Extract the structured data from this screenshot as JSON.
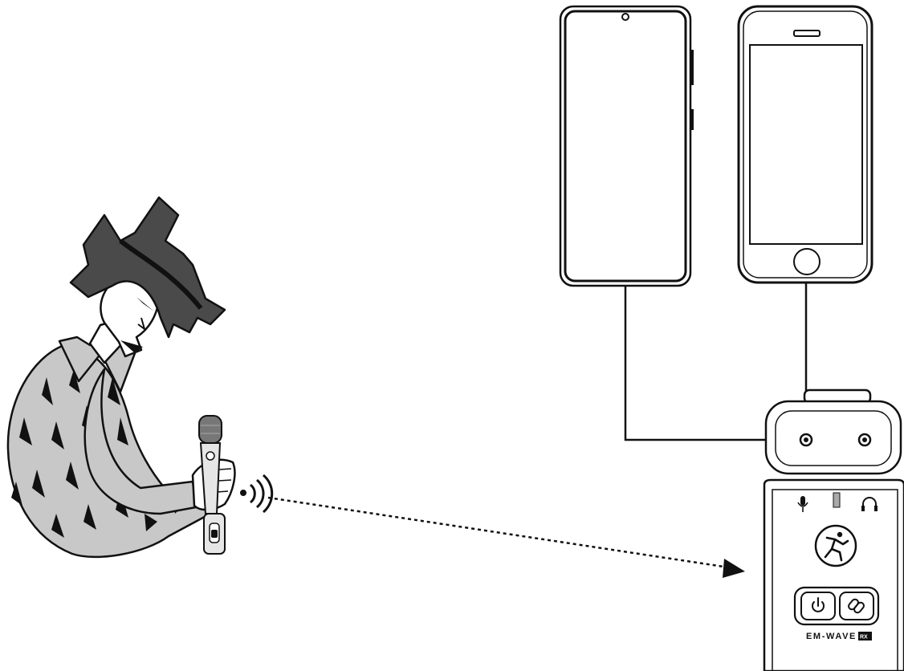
{
  "receiver": {
    "label_main": "EM-WAVE",
    "label_tag": "RX",
    "icons": [
      "mic-icon",
      "headphones-icon",
      "mackie-running-man-logo",
      "power-icon",
      "link-icon"
    ]
  },
  "devices": [
    "android-phone",
    "iphone"
  ],
  "colors": {
    "line": "#111111",
    "shirt": "#c8c8c8",
    "hair": "#4a4a4a",
    "skin": "#ffffff",
    "device_body": "#ffffff"
  }
}
